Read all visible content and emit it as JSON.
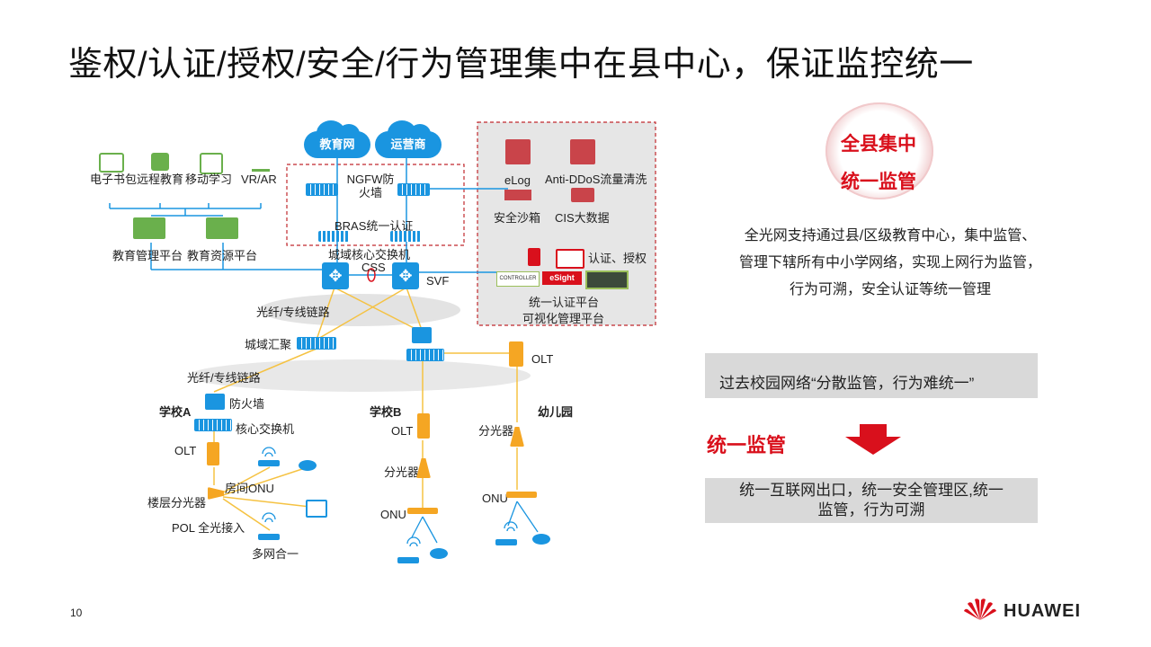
{
  "slide": {
    "title": "鉴权/认证/授权/安全/行为管理集中在县中心，保证监控统一",
    "page_number": "10",
    "brand": "HUAWEI"
  },
  "diagram": {
    "clouds": [
      "教育网",
      "运营商"
    ],
    "apps_top": [
      "电子书包",
      "远程教育",
      "移动学习",
      "VR/AR"
    ],
    "platforms": [
      "教育管理平台",
      "教育资源平台"
    ],
    "ngfw": "NGFW防\n火墙",
    "bras": "BRAS统一认证",
    "core_switch": "城域核心交换机",
    "css": "CSS",
    "svf": "SVF",
    "link1": "光纤/专线链路",
    "aggregation": "城域汇聚",
    "link2": "光纤/专线链路",
    "security_zone": {
      "elog": "eLog",
      "anti_ddos": "Anti-DDoS流量清洗",
      "sandbox": "安全沙箱",
      "cis": "CIS大数据",
      "auth": "认证、授权",
      "controller_tag": "CONTROLLER",
      "esight_tag": "eSight",
      "unified_auth": "统一认证平台",
      "visual_mgmt": "可视化管理平台"
    },
    "school_a": {
      "name": "学校A",
      "firewall": "防火墙",
      "core": "核心交换机",
      "olt": "OLT",
      "room_onu": "房间ONU",
      "floor_splitter": "楼层分光器",
      "pol": "POL 全光接入",
      "multi": "多网合一"
    },
    "school_b": {
      "name": "学校B",
      "olt": "OLT",
      "splitter": "分光器",
      "onu": "ONU"
    },
    "kindergarten": {
      "name": "幼儿园",
      "olt": "OLT",
      "splitter": "分光器",
      "onu": "ONU"
    }
  },
  "right_panel": {
    "badge_line1": "全县集中",
    "badge_line2": "统一监管",
    "description_lines": [
      "全光网支持通过县/区级教育中心，集中监管、",
      "管理下辖所有中小学网络，实现上网行为监管，",
      "行为可溯，安全认证等统一管理"
    ],
    "past_box": "过去校园网络“分散监管，行为难统一”",
    "unified_title": "统一监管",
    "result_box": "统一互联网出口，统一安全管理区,统一\n监管，行为可溯"
  },
  "colors": {
    "accent_red": "#d9101c",
    "device_blue": "#1a95e0",
    "fiber_orange": "#f5a623",
    "box_gray": "#d9d9d9",
    "zone_gray": "#e6e6e6"
  }
}
